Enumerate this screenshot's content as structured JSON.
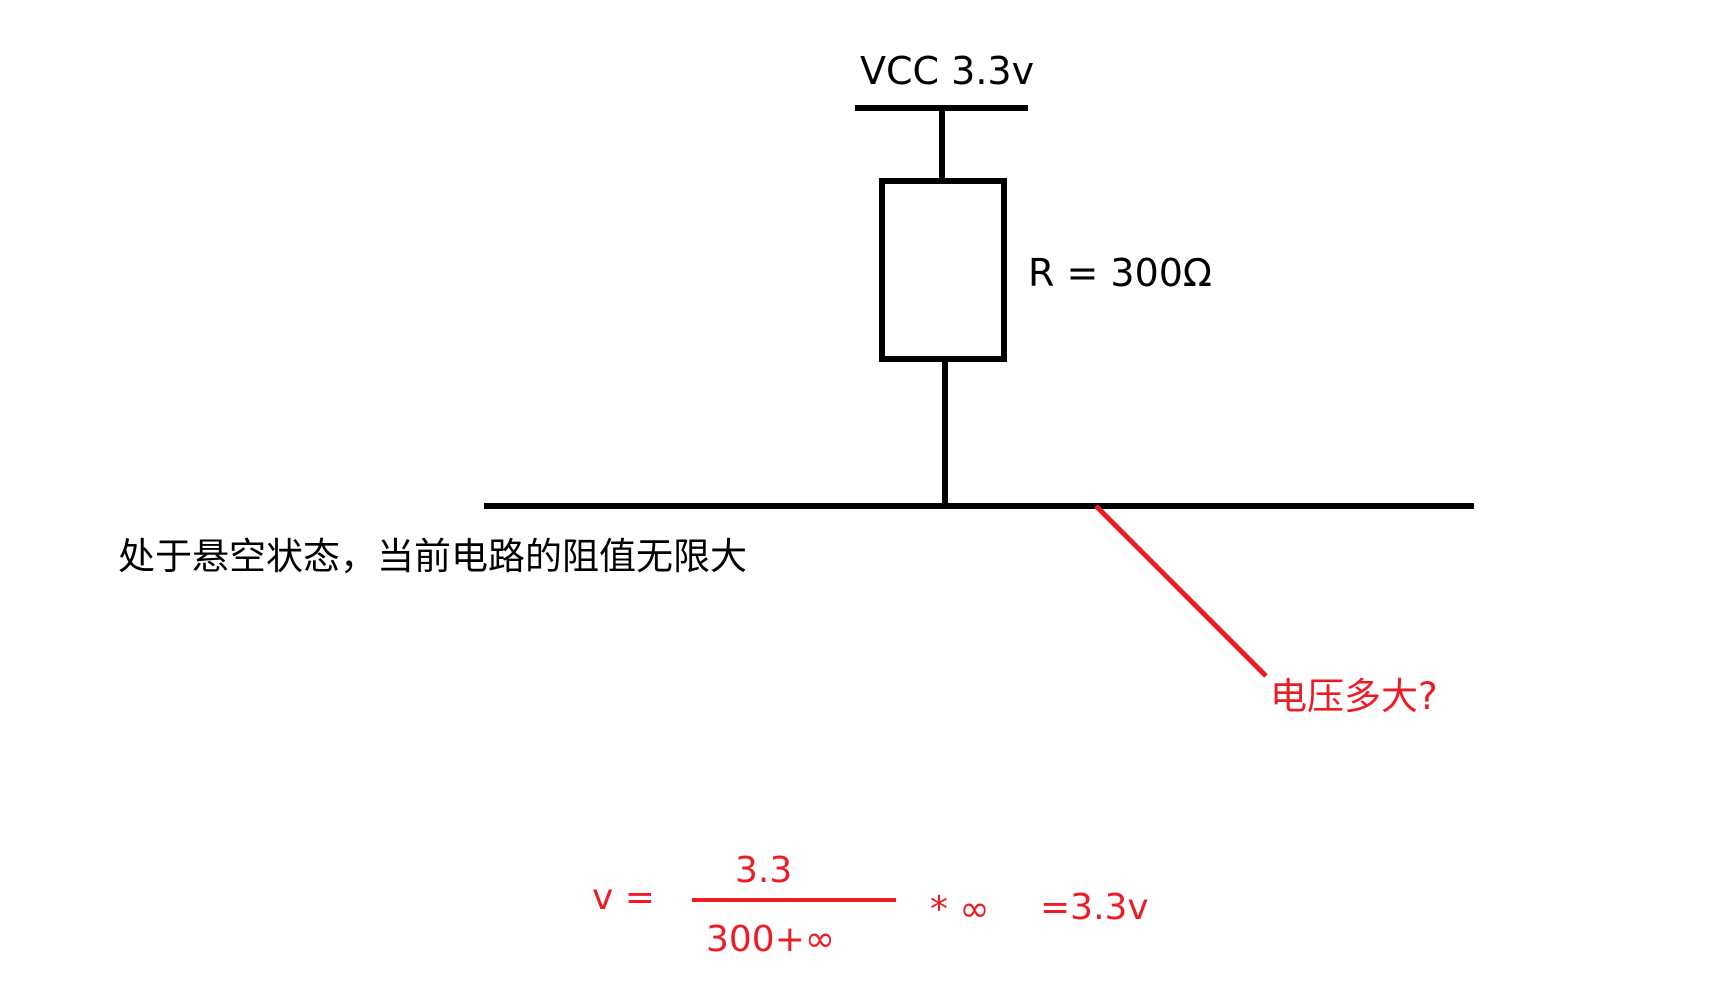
{
  "circuit": {
    "vcc_label": "VCC 3.3v",
    "resistor_label": "R = 300Ω",
    "note": "处于悬空状态，当前电路的阻值无限大",
    "question": "电压多大?"
  },
  "formula": {
    "lhs": "v =",
    "numerator": "3.3",
    "denominator": "300+∞",
    "multiplier": "* ∞",
    "result": "=3.3v"
  },
  "colors": {
    "wire": "#000000",
    "annotation": "#ed1c24"
  }
}
